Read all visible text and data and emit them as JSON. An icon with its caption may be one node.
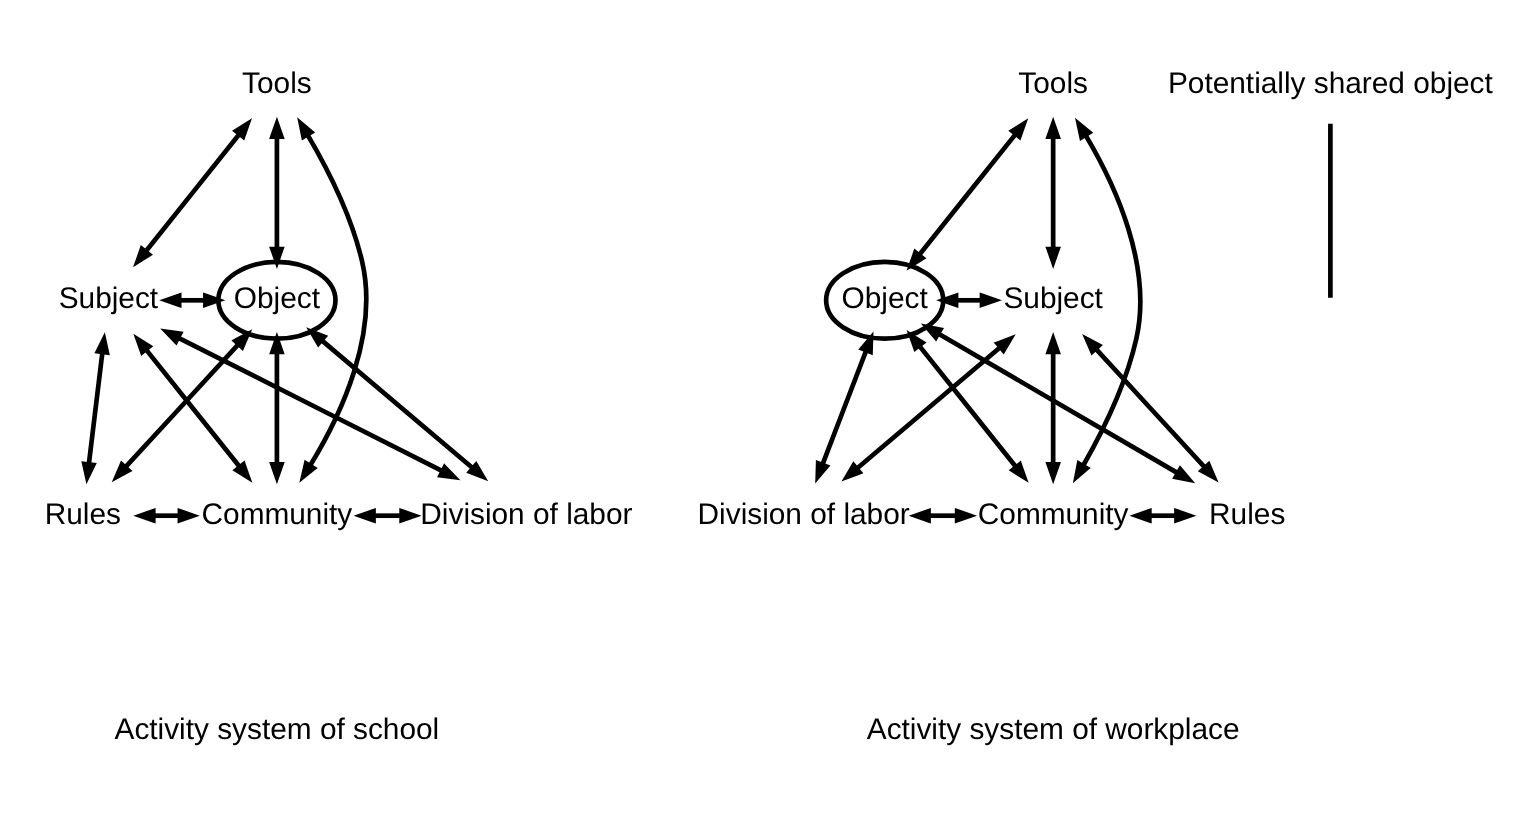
{
  "diagram": {
    "nodes": [
      {
        "text": [
          "Tools"
        ]
      },
      {
        "text": [
          "Subject"
        ]
      },
      {
        "text": [
          "Object"
        ]
      },
      {
        "text": [
          "Rules"
        ]
      },
      {
        "text": [
          "Community"
        ]
      },
      {
        "text": [
          "Division of labor"
        ]
      },
      {
        "text": [
          "Tools"
        ]
      },
      {
        "text": [
          "Object"
        ]
      },
      {
        "text": [
          "Subject"
        ]
      },
      {
        "text": [
          "Division of labor"
        ]
      },
      {
        "text": [
          "Community"
        ]
      },
      {
        "text": [
          "Rules"
        ]
      },
      {
        "text": [
          "Potentially shared object"
        ]
      }
    ],
    "edges": [
      {
        "from": 0,
        "to": 1,
        "arrow": "both"
      },
      {
        "from": 0,
        "to": 2,
        "arrow": "both"
      },
      {
        "from": 0,
        "to": 4,
        "arrow": "both"
      },
      {
        "from": 1,
        "to": 2,
        "arrow": "both"
      },
      {
        "from": 1,
        "to": 3,
        "arrow": "both"
      },
      {
        "from": 1,
        "to": 4,
        "arrow": "both"
      },
      {
        "from": 1,
        "to": 5,
        "arrow": "both"
      },
      {
        "from": 2,
        "to": 3,
        "arrow": "both"
      },
      {
        "from": 2,
        "to": 4,
        "arrow": "both"
      },
      {
        "from": 2,
        "to": 5,
        "arrow": "both"
      },
      {
        "from": 3,
        "to": 4,
        "arrow": "both"
      },
      {
        "from": 4,
        "to": 5,
        "arrow": "both"
      },
      {
        "from": 6,
        "to": 7,
        "arrow": "both"
      },
      {
        "from": 6,
        "to": 8,
        "arrow": "both"
      },
      {
        "from": 6,
        "to": 10,
        "arrow": "both"
      },
      {
        "from": 7,
        "to": 8,
        "arrow": "both"
      },
      {
        "from": 7,
        "to": 9,
        "arrow": "both"
      },
      {
        "from": 7,
        "to": 10,
        "arrow": "both"
      },
      {
        "from": 7,
        "to": 11,
        "arrow": "both"
      },
      {
        "from": 8,
        "to": 9,
        "arrow": "both"
      },
      {
        "from": 8,
        "to": 10,
        "arrow": "both"
      },
      {
        "from": 8,
        "to": 11,
        "arrow": "both"
      },
      {
        "from": 9,
        "to": 10,
        "arrow": "both"
      },
      {
        "from": 10,
        "to": 11,
        "arrow": "both"
      },
      {
        "from": 12,
        "to": null,
        "arrow": "none"
      }
    ],
    "labels": [
      "Activity system of school",
      "Activity system of workplace"
    ]
  }
}
